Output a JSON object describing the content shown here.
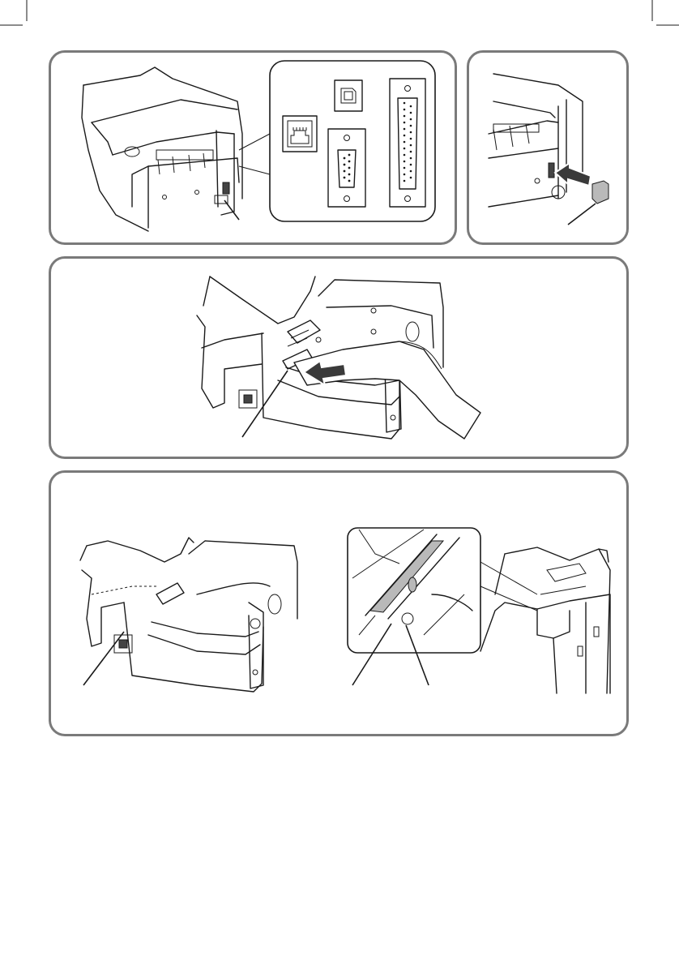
{
  "page": {
    "section": "printer-setup-illustrations"
  },
  "panels": [
    {
      "id": "interface-connectors",
      "icons": [
        "rj45-connector-icon",
        "usb-b-connector-icon",
        "serial-db9-connector-icon",
        "parallel-db25-connector-icon"
      ]
    },
    {
      "id": "connector-cover",
      "icons": [
        "cover-insert-arrow-icon"
      ]
    },
    {
      "id": "paper-insertion",
      "icons": [
        "paper-feed-arrow-icon"
      ]
    },
    {
      "id": "cover-and-print-head",
      "icons": [
        "print-head-detail-icon"
      ]
    }
  ],
  "colors": {
    "panel_border": "#7a7a7a",
    "line": "#1a1a1a",
    "arrow_fill": "#3a3a3a",
    "shade": "#b9b9b9"
  }
}
